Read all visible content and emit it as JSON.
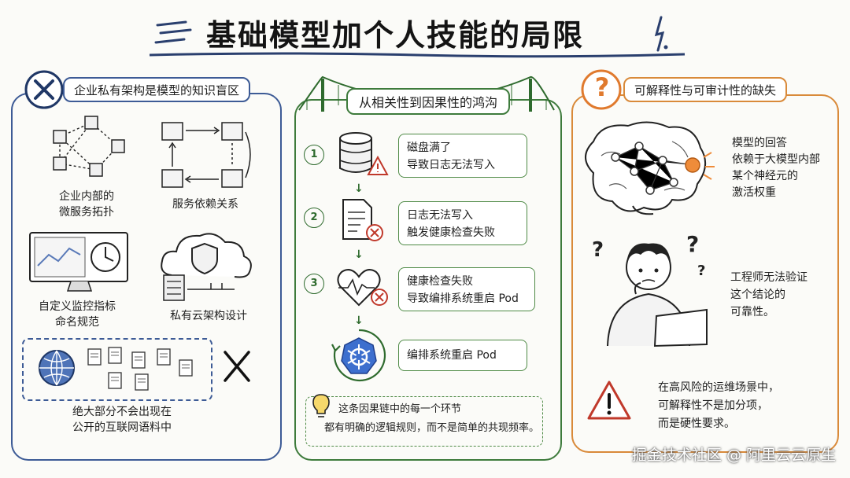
{
  "title": "基础模型加个人技能的局限",
  "left_panel": {
    "header": "企业私有架构是模型的知识盲区",
    "items": [
      {
        "label_line1": "企业内部的",
        "label_line2": "微服务拓扑"
      },
      {
        "label_line1": "服务依赖关系",
        "label_line2": ""
      },
      {
        "label_line1": "自定义监控指标",
        "label_line2": "命名规范"
      },
      {
        "label_line1": "私有云架构设计",
        "label_line2": ""
      }
    ],
    "footer_line1": "绝大部分不会出现在",
    "footer_line2": "公开的互联网语料中"
  },
  "middle_panel": {
    "header": "从相关性到因果性的鸿沟",
    "steps": [
      {
        "number": "1",
        "line1": "磁盘满了",
        "line2": "导致日志无法写入"
      },
      {
        "number": "2",
        "line1": "日志无法写入",
        "line2": "触发健康检查失败"
      },
      {
        "number": "3",
        "line1": "健康检查失败",
        "line2": "导致编排系统重启 Pod"
      },
      {
        "number": "",
        "line1": "编排系统重启 Pod",
        "line2": ""
      }
    ],
    "arrow_glyph": "↓",
    "note_line1": "这条因果链中的每一个环节",
    "note_line2": "都有明确的逻辑规则，而不是简单的共现频率。"
  },
  "right_panel": {
    "header": "可解释性与可审计性的缺失",
    "header_icon": "?",
    "block1": [
      "模型的回答",
      "依赖于大模型内部",
      "某个神经元的",
      "激活权重"
    ],
    "block2": [
      "工程师无法验证",
      "这个结论的",
      "可靠性。"
    ],
    "block3": [
      "在高风险的运维场景中，",
      "可解释性不是加分项，",
      "而是硬性要求。"
    ]
  },
  "watermark": "掘金技术社区 @ 阿里云云原生",
  "colors": {
    "left": "#3d5b96",
    "middle": "#3e7b3c",
    "right": "#d98a3a",
    "alert": "#e07a2e"
  }
}
